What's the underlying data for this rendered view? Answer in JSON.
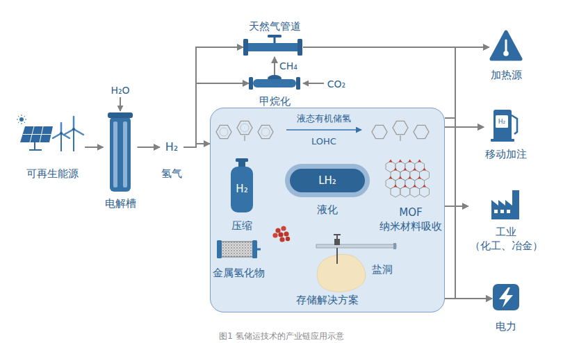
{
  "diagram": {
    "caption": "图1 氢储运技术的产业链应用示意",
    "nodes": [
      {
        "text": [
          "可再生能源"
        ]
      },
      {
        "text": [
          "电解槽"
        ]
      },
      {
        "text": [
          "H₂",
          "氢气"
        ]
      },
      {
        "text": [
          "天然气管道"
        ]
      },
      {
        "text": [
          "甲烷化"
        ]
      },
      {
        "text": [
          "存储解决方案"
        ]
      },
      {
        "text": [
          "液态有机储氢",
          "LOHC"
        ],
        "in": 5
      },
      {
        "text": [
          "H₂",
          "压缩"
        ],
        "in": 5
      },
      {
        "text": [
          "LH₂",
          "液化"
        ],
        "in": 5
      },
      {
        "text": [
          "MOF",
          "纳米材料吸收"
        ],
        "in": 5
      },
      {
        "text": [
          "金属氢化物"
        ],
        "in": 5
      },
      {
        "text": [
          "盐洞"
        ],
        "in": 5
      },
      {
        "text": [
          "加热源"
        ]
      },
      {
        "text": [
          "H₂",
          "移动加注"
        ]
      },
      {
        "text": [
          "工业",
          "（化工、冶金）"
        ]
      },
      {
        "text": [
          "电力"
        ]
      }
    ],
    "edges": [
      {
        "from": 0,
        "to": 1,
        "arrow": "to"
      },
      {
        "from": 1,
        "to": 2,
        "arrow": "to"
      },
      {
        "from": 2,
        "to": 3,
        "arrow": "to"
      },
      {
        "from": 2,
        "to": 4,
        "arrow": "to"
      },
      {
        "from": 2,
        "to": 5,
        "arrow": "to"
      },
      {
        "from": 4,
        "to": 3,
        "label": "CH₄",
        "arrow": "to"
      },
      {
        "from": 3,
        "to": 12,
        "arrow": "to"
      },
      {
        "from": 3,
        "to": 13,
        "arrow": "to"
      },
      {
        "from": 3,
        "to": 14,
        "arrow": "to"
      },
      {
        "from": 3,
        "to": 15,
        "arrow": "to"
      },
      {
        "from": 5,
        "to": 12,
        "arrow": "to"
      },
      {
        "from": 5,
        "to": 13,
        "arrow": "to"
      },
      {
        "from": 5,
        "to": 14,
        "arrow": "to"
      },
      {
        "from": 5,
        "to": 15,
        "arrow": "to"
      }
    ],
    "labels": [
      "H₂O",
      "CO₂"
    ]
  }
}
